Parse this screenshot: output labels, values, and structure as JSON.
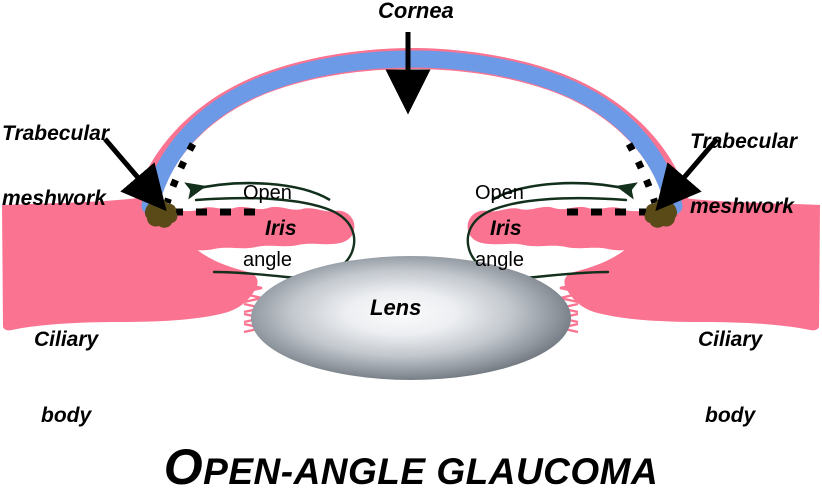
{
  "figure": {
    "title_initial": "O",
    "title_rest": "PEN-ANGLE GLAUCOMA",
    "title_full": "OPEN-ANGLE GLAUCOMA",
    "background_color": "#ffffff"
  },
  "colors": {
    "sclera_pink": "#fa7391",
    "cornea_blue": "#6d9ae6",
    "iris_pink": "#fa7391",
    "trabecular_brown": "#5a4a18",
    "lens_light": "#f2f4f6",
    "lens_dark": "#5a6068",
    "arrow_black": "#000000",
    "angle_curve_green": "#12301c",
    "dashed_black": "#000000",
    "outline_dark": "#102018"
  },
  "labels": {
    "cornea": {
      "text": "Cornea",
      "style": "bold-italic",
      "pointer": "down-arrow"
    },
    "trabecular_left": {
      "line1": "Trabecular",
      "line2": "meshwork",
      "style": "bold-italic",
      "pointer": "arrow-down-right"
    },
    "trabecular_right": {
      "line1": "Trabecular",
      "line2": "meshwork",
      "style": "bold-italic",
      "pointer": "arrow-down-left"
    },
    "open_angle_left": {
      "line1": "Open",
      "line2": "angle",
      "style": "plain",
      "pointer": "curved-arrow-left"
    },
    "open_angle_right": {
      "line1": "Open",
      "line2": "angle",
      "style": "plain",
      "pointer": "curved-arrow-right"
    },
    "iris_left": {
      "text": "Iris",
      "style": "bold-italic"
    },
    "iris_right": {
      "text": "Iris",
      "style": "bold-italic"
    },
    "ciliary_left": {
      "line1": "Ciliary",
      "line2": "body",
      "style": "bold-italic"
    },
    "ciliary_right": {
      "line1": "Ciliary",
      "line2": "body",
      "style": "bold-italic"
    },
    "lens": {
      "text": "Lens",
      "style": "bold-italic"
    }
  },
  "structures": [
    {
      "name": "cornea",
      "description": "arched pink outer shell with inner blue stroma band"
    },
    {
      "name": "iris-left",
      "description": "wavy pink band extending from left angle toward pupil"
    },
    {
      "name": "iris-right",
      "description": "wavy pink band extending from right angle toward pupil"
    },
    {
      "name": "ciliary-body-left",
      "description": "large pink mass at far left"
    },
    {
      "name": "ciliary-body-right",
      "description": "large pink mass at far right"
    },
    {
      "name": "lens",
      "description": "gray radial-gradient ellipse at center bottom"
    },
    {
      "name": "trabecular-meshwork-left",
      "description": "dark olive blob at left iridocorneal angle"
    },
    {
      "name": "trabecular-meshwork-right",
      "description": "dark olive blob at right iridocorneal angle"
    },
    {
      "name": "zonule-fibers",
      "description": "thin pink fibers linking ciliary body to lens equator"
    }
  ]
}
